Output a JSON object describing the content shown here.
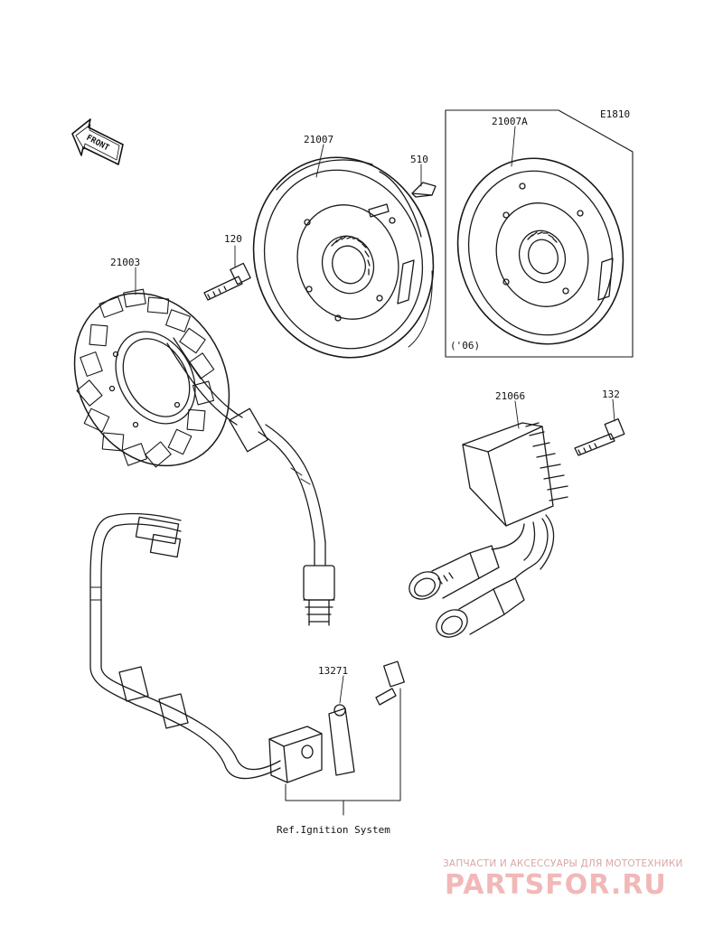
{
  "diagram_code": "E1810",
  "front_label": "FRONT",
  "parts": [
    {
      "id": "stator",
      "label": "21003"
    },
    {
      "id": "bolt-stator",
      "label": "120"
    },
    {
      "id": "flywheel",
      "label": "21007"
    },
    {
      "id": "key",
      "label": "510"
    },
    {
      "id": "flywheel-06",
      "label": "21007A"
    },
    {
      "id": "regulator",
      "label": "21066"
    },
    {
      "id": "bolt-regulator",
      "label": "132"
    },
    {
      "id": "pickup-coil",
      "label": "13271"
    }
  ],
  "year_note": "('06)",
  "reference_note": "Ref.Ignition System",
  "watermark": {
    "tagline": "ЗАПЧАСТИ И АКСЕССУАРЫ ДЛЯ МОТОТЕХНИКИ",
    "logo_text": "PARTSFOR.RU"
  }
}
